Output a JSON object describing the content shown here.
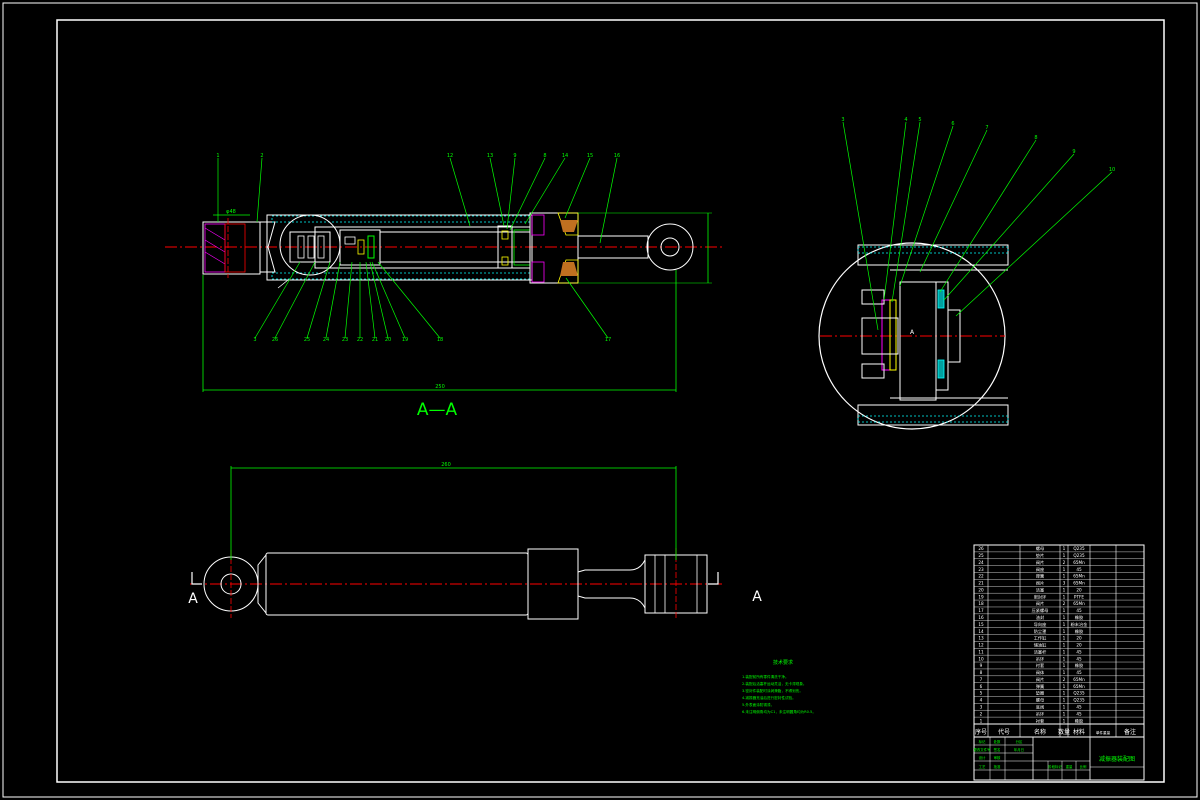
{
  "drawing": {
    "section_label": "A—A",
    "view_markers": [
      "A",
      "A"
    ],
    "dimensions": {
      "section_overall_length": "250",
      "outer_overall_length": "260",
      "eye_width": "φ48"
    },
    "detail_label": "A",
    "section_balloons_top": [
      "1",
      "2",
      "12",
      "13",
      "9",
      "8",
      "14",
      "15",
      "16",
      "17"
    ],
    "section_balloons_bottom": [
      "3",
      "26",
      "25",
      "24",
      "23",
      "22",
      "21",
      "20",
      "19",
      "18"
    ],
    "detail_balloons": [
      "3",
      "4",
      "5",
      "6",
      "7",
      "8",
      "9",
      "10"
    ],
    "notes_title": "技术要求",
    "notes_lines": [
      "1.装配前所有零件清洗干净。",
      "2.装配后活塞杆运动灵活，无卡滞现象。",
      "3.密封件装配时涂润滑脂，不得划伤。",
      "4.减振器充油后进行密封性试验。",
      "5.外表面涂防锈漆。",
      "6.未注明倒角均为C1，未注明圆角均为R0.5。"
    ]
  },
  "bom": {
    "rows": [
      [
        "26",
        "",
        "螺母",
        "1",
        "Q235",
        "",
        ""
      ],
      [
        "25",
        "",
        "垫片",
        "1",
        "Q235",
        "",
        ""
      ],
      [
        "24",
        "",
        "阀片",
        "2",
        "65Mn",
        "",
        ""
      ],
      [
        "23",
        "",
        "阀座",
        "1",
        "45",
        "",
        ""
      ],
      [
        "22",
        "",
        "弹簧",
        "1",
        "65Mn",
        "",
        ""
      ],
      [
        "21",
        "",
        "阀片",
        "3",
        "65Mn",
        "",
        ""
      ],
      [
        "20",
        "",
        "活塞",
        "1",
        "20",
        "",
        ""
      ],
      [
        "19",
        "",
        "密封环",
        "1",
        "PTFE",
        "",
        ""
      ],
      [
        "18",
        "",
        "阀片",
        "2",
        "65Mn",
        "",
        ""
      ],
      [
        "17",
        "",
        "压紧螺母",
        "1",
        "45",
        "",
        ""
      ],
      [
        "16",
        "",
        "油封",
        "1",
        "橡胶",
        "",
        ""
      ],
      [
        "15",
        "",
        "导向座",
        "1",
        "粉末冶金",
        "",
        ""
      ],
      [
        "14",
        "",
        "防尘罩",
        "1",
        "橡胶",
        "",
        ""
      ],
      [
        "13",
        "",
        "工作缸",
        "1",
        "20",
        "",
        ""
      ],
      [
        "12",
        "",
        "储油缸",
        "1",
        "20",
        "",
        ""
      ],
      [
        "11",
        "",
        "活塞杆",
        "1",
        "45",
        "",
        ""
      ],
      [
        "10",
        "",
        "吊环",
        "1",
        "45",
        "",
        ""
      ],
      [
        "9",
        "",
        "衬套",
        "1",
        "橡胶",
        "",
        ""
      ],
      [
        "8",
        "",
        "阀体",
        "1",
        "45",
        "",
        ""
      ],
      [
        "7",
        "",
        "阀片",
        "2",
        "65Mn",
        "",
        ""
      ],
      [
        "6",
        "",
        "弹簧",
        "1",
        "65Mn",
        "",
        ""
      ],
      [
        "5",
        "",
        "垫圈",
        "1",
        "Q235",
        "",
        ""
      ],
      [
        "4",
        "",
        "螺母",
        "1",
        "Q235",
        "",
        ""
      ],
      [
        "3",
        "",
        "底阀",
        "1",
        "45",
        "",
        ""
      ],
      [
        "2",
        "",
        "吊环",
        "1",
        "45",
        "",
        ""
      ],
      [
        "1",
        "",
        "衬套",
        "1",
        "橡胶",
        "",
        ""
      ]
    ],
    "header": [
      "序号",
      "代号",
      "名称",
      "数量",
      "材料",
      "单件重量",
      "备注"
    ],
    "title_block": {
      "title": "减振器装配图",
      "small_cells": [
        "标记",
        "处数",
        "分区",
        "更改文件号",
        "签名",
        "年月日",
        "设计",
        "审核",
        "工艺",
        "批准",
        "阶段标记",
        "重量",
        "比例"
      ]
    }
  },
  "colors": {
    "background": "#000000",
    "frame": "#ffffff",
    "dimension": "#00ff00",
    "centerline": "#ff0000",
    "cyan": "#00ffff",
    "magenta": "#ff00ff",
    "yellow": "#ffff00",
    "section_red": "#ff0000"
  }
}
